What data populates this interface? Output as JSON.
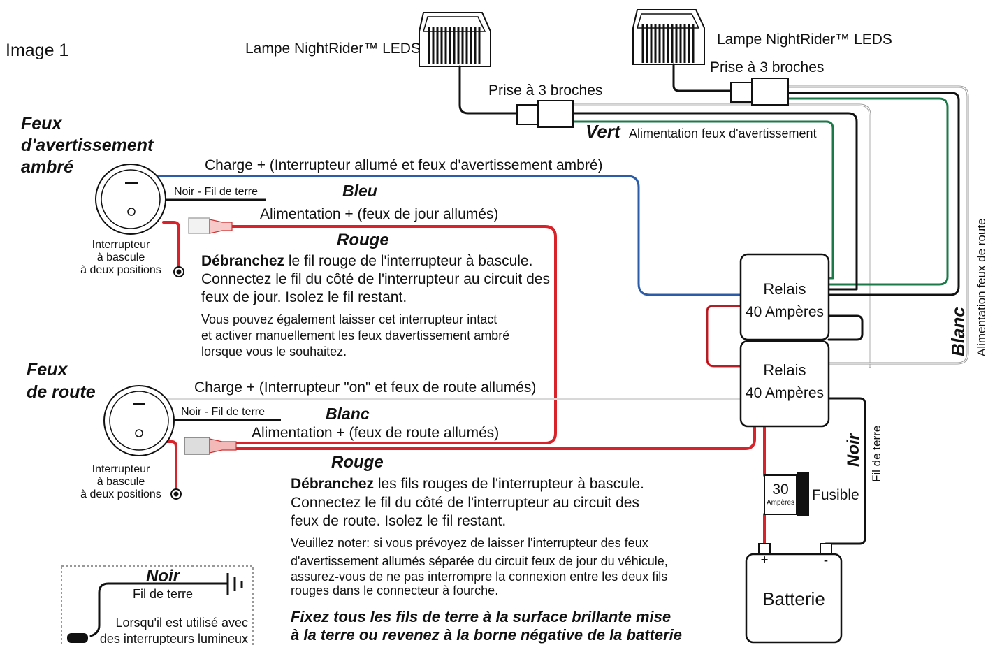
{
  "image_label": "Image 1",
  "lamps": {
    "left_label": "Lampe NightRider™ LEDS",
    "right_label": "Lampe NightRider™ LEDS",
    "plug_left": "Prise à 3 broches",
    "plug_right": "Prise à 3 broches"
  },
  "wires": {
    "vert": "Vert",
    "vert_desc": "Alimentation feux d'avertissement",
    "blanc_vertical": "Blanc",
    "blanc_vertical_desc": "Alimentation feux de route",
    "bleu": "Bleu",
    "rouge_top": "Rouge",
    "blanc_mid": "Blanc",
    "rouge_bottom": "Rouge",
    "noir": "Noir",
    "noir_desc": "Fil de terre"
  },
  "switch_amber": {
    "title_line1": "Feux",
    "title_line2": "d'avertissement",
    "title_line3": "ambré",
    "ground_label": "Noir - Fil de terre",
    "caption_line1": "Interrupteur",
    "caption_line2": "à bascule",
    "caption_line3": "à deux positions",
    "charge_label": "Charge + (Interrupteur allumé et feux d'avertissement ambré)",
    "power_label": "Alimentation + (feux de jour allumés)"
  },
  "switch_route": {
    "title_line1": "Feux",
    "title_line2": "de route",
    "ground_label": "Noir - Fil de terre",
    "caption_line1": "Interrupteur",
    "caption_line2": "à bascule",
    "caption_line3": "à deux positions",
    "charge_label": "Charge + (Interrupteur \"on\" et feux de route allumés)",
    "power_label": "Alimentation + (feux de route allumés)"
  },
  "instructions_top": {
    "bold": "Débranchez",
    "line1_rest": " le fil rouge de l'interrupteur à bascule.",
    "line2": "Connectez le fil du côté de l'interrupteur au circuit des",
    "line3": "feux de jour. Isolez le fil restant.",
    "note1": "Vous pouvez également laisser cet interrupteur intact",
    "note2": "et activer manuellement les feux davertissement ambré",
    "note3": "lorsque vous le souhaitez."
  },
  "instructions_bottom": {
    "bold": "Débranchez",
    "line1_rest": " les fils rouges de l'interrupteur à bascule.",
    "line2": "Connectez le fil du côté de l'interrupteur au circuit des",
    "line3": "feux de route. Isolez le fil restant.",
    "note1": "Veuillez noter: si vous prévoyez de laisser l'interrupteur des feux",
    "note2": "d'avertissement allumés séparée du circuit feux de jour du véhicule,",
    "note3": "assurez-vous de ne pas interrompre la connexion entre les deux fils",
    "note4": "rouges dans le connecteur à fourche.",
    "footer1": "Fixez tous les fils de terre à la surface brillante mise",
    "footer2": "à la terre ou revenez à la borne négative de la batterie"
  },
  "relays": {
    "top_title": "Relais",
    "top_rating": "40 Ampères",
    "bottom_title": "Relais",
    "bottom_rating": "40 Ampères"
  },
  "fuse": {
    "value": "30",
    "unit": "Ampères",
    "label": "Fusible"
  },
  "battery": {
    "label": "Batterie",
    "plus": "+",
    "minus": "-"
  },
  "legend": {
    "title": "Noir",
    "subtitle": "Fil de terre",
    "note1": "Lorsqu'il est utilisé avec",
    "note2": "des interrupteurs lumineux"
  },
  "colors": {
    "blue_wire": "#2a5caa",
    "red_wire": "#d8232a",
    "green_wire": "#1c7a4a",
    "black_wire": "#111111",
    "white_wire": "#9a9a9a"
  }
}
